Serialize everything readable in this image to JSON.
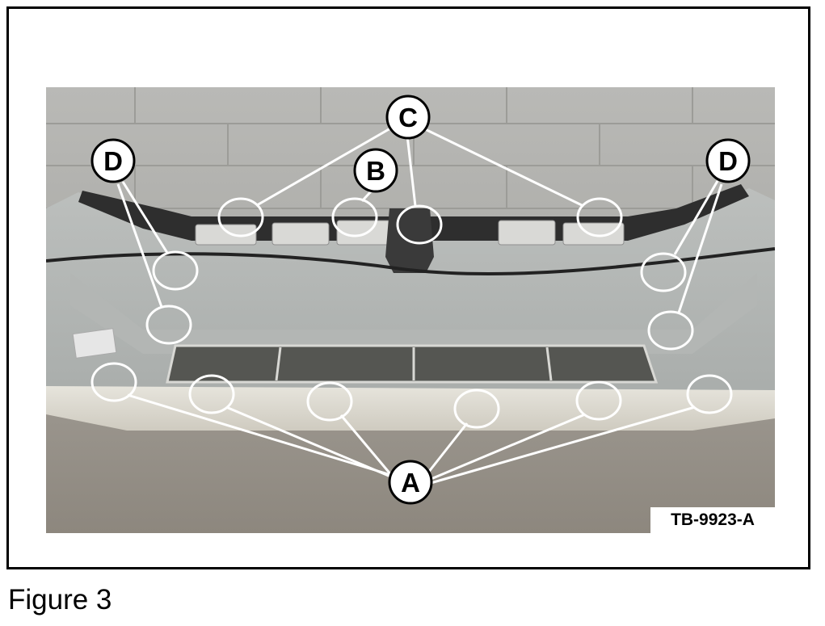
{
  "figure": {
    "caption": "Figure 3",
    "code": "TB-9923-A"
  },
  "callouts": {
    "A": "A",
    "B": "B",
    "C": "C",
    "D": "D"
  },
  "colors": {
    "frame": "#000000",
    "highlight": "#ffffff",
    "label_fill": "#ffffff",
    "label_stroke": "#000000"
  }
}
